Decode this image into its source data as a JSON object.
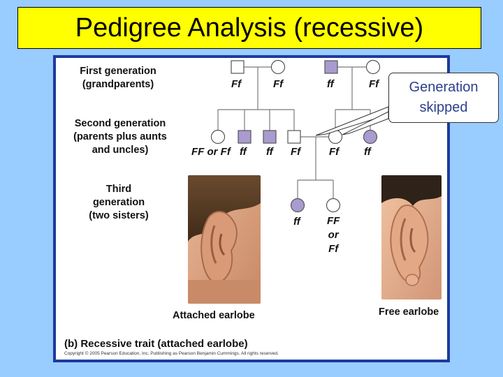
{
  "slide": {
    "title": "Pedigree Analysis (recessive)",
    "title_background": "#FFFF00",
    "background_color": "#99CCFF"
  },
  "figure": {
    "frame_color": "#1E3A9E",
    "affected_fill": "#A99BD0",
    "unaffected_fill": "#FFFFFF",
    "generation_labels": [
      "First generation\n(grandparents)",
      "Second generation\n(parents plus aunts\nand uncles)",
      "Third\ngeneration\n(two sisters)"
    ],
    "first_generation": {
      "left_pair": [
        {
          "sex": "male",
          "affected": false,
          "genotype": "Ff"
        },
        {
          "sex": "female",
          "affected": false,
          "genotype": "Ff"
        }
      ],
      "right_pair": [
        {
          "sex": "male",
          "affected": true,
          "genotype": "ff"
        },
        {
          "sex": "female",
          "affected": false,
          "genotype": "Ff"
        }
      ]
    },
    "second_generation": {
      "left_family": [
        {
          "sex": "female",
          "affected": false,
          "genotype": "FF or Ff"
        },
        {
          "sex": "male",
          "affected": true,
          "genotype": "ff"
        },
        {
          "sex": "male",
          "affected": true,
          "genotype": "ff"
        },
        {
          "sex": "male",
          "affected": false,
          "genotype": "Ff"
        }
      ],
      "right_family": [
        {
          "sex": "female",
          "affected": false,
          "genotype": "Ff"
        },
        {
          "sex": "female",
          "affected": true,
          "genotype": "ff"
        }
      ]
    },
    "third_generation": [
      {
        "sex": "female",
        "affected": true,
        "genotype": "ff"
      },
      {
        "sex": "female",
        "affected": false,
        "genotype": "FF\nor\nFf"
      }
    ],
    "ear_captions": {
      "left": "Attached earlobe",
      "right": "Free earlobe"
    },
    "caption": "(b) Recessive trait (attached earlobe)",
    "copyright": "Copyright © 2005 Pearson Education, Inc. Publishing as Pearson Benjamin Cummings. All rights reserved."
  },
  "callout": {
    "text": "Generation\nskipped",
    "text_color": "#2B3F8C"
  }
}
